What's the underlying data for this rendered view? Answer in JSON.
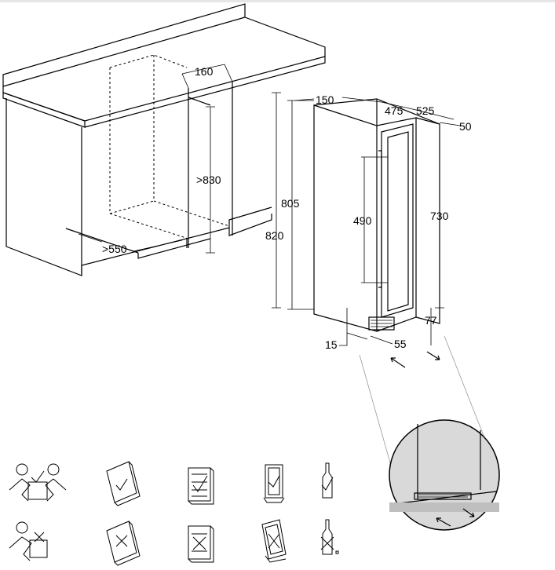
{
  "dimensions": {
    "d160": "160",
    "d830": ">830",
    "d550": ">550",
    "d150": "150",
    "d475": "475",
    "d525": "525",
    "d50": "50",
    "d805": "805",
    "d820": "820",
    "d490": "490",
    "d730": "730",
    "d77": "77",
    "d15": "15",
    "d55": "55"
  },
  "icons": {
    "allowed": [
      "two-person-lift-icon",
      "manual-check-icon",
      "shelf-check-icon",
      "door-check-icon",
      "bottle-check-icon"
    ],
    "forbidden": [
      "one-person-lift-icon",
      "manual-cross-icon",
      "shelf-cross-icon",
      "door-cross-icon",
      "bottle-cross-icon"
    ]
  }
}
